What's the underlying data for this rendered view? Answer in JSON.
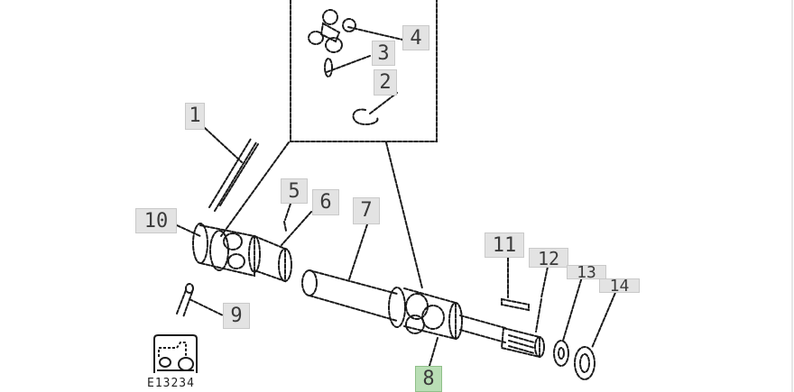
{
  "diagram": {
    "reference_code": "E13234",
    "selected_callout": "8",
    "callouts": [
      {
        "id": "c1",
        "label": "1"
      },
      {
        "id": "c2",
        "label": "2"
      },
      {
        "id": "c3",
        "label": "3"
      },
      {
        "id": "c4",
        "label": "4"
      },
      {
        "id": "c5",
        "label": "5"
      },
      {
        "id": "c6",
        "label": "6"
      },
      {
        "id": "c7",
        "label": "7"
      },
      {
        "id": "c8",
        "label": "8"
      },
      {
        "id": "c9",
        "label": "9"
      },
      {
        "id": "c10",
        "label": "10"
      },
      {
        "id": "c11",
        "label": "11"
      },
      {
        "id": "c12",
        "label": "12"
      },
      {
        "id": "c13",
        "label": "13"
      },
      {
        "id": "c14",
        "label": "14"
      }
    ]
  }
}
